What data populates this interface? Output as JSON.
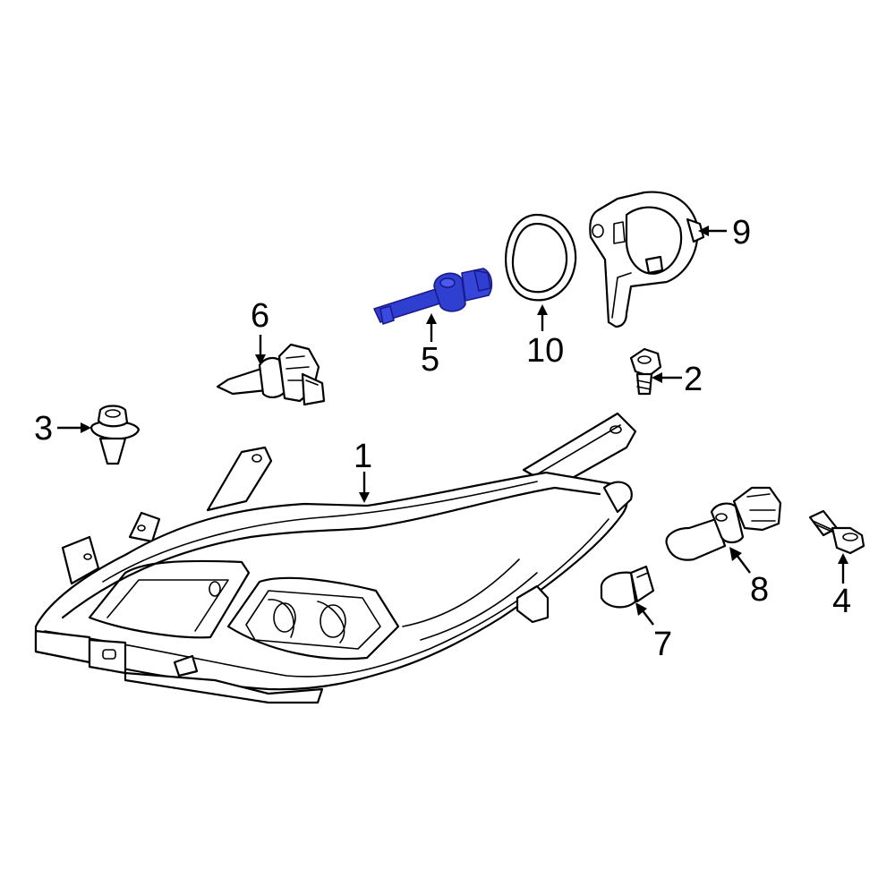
{
  "diagram": {
    "highlight_color": "#2f3fd0",
    "callouts": [
      {
        "id": "callout-1",
        "label": "1",
        "part": "headlamp-assembly"
      },
      {
        "id": "callout-2",
        "label": "2",
        "part": "mounting-bolt-upper"
      },
      {
        "id": "callout-3",
        "label": "3",
        "part": "retainer-clip"
      },
      {
        "id": "callout-4",
        "label": "4",
        "part": "mounting-bolt-lower"
      },
      {
        "id": "callout-5",
        "label": "5",
        "part": "bulb-highlighted"
      },
      {
        "id": "callout-6",
        "label": "6",
        "part": "headlamp-bulb"
      },
      {
        "id": "callout-7",
        "label": "7",
        "part": "side-marker-bulb"
      },
      {
        "id": "callout-8",
        "label": "8",
        "part": "turn-signal-bulb"
      },
      {
        "id": "callout-9",
        "label": "9",
        "part": "bulb-cover"
      },
      {
        "id": "callout-10",
        "label": "10",
        "part": "seal-ring"
      }
    ]
  }
}
